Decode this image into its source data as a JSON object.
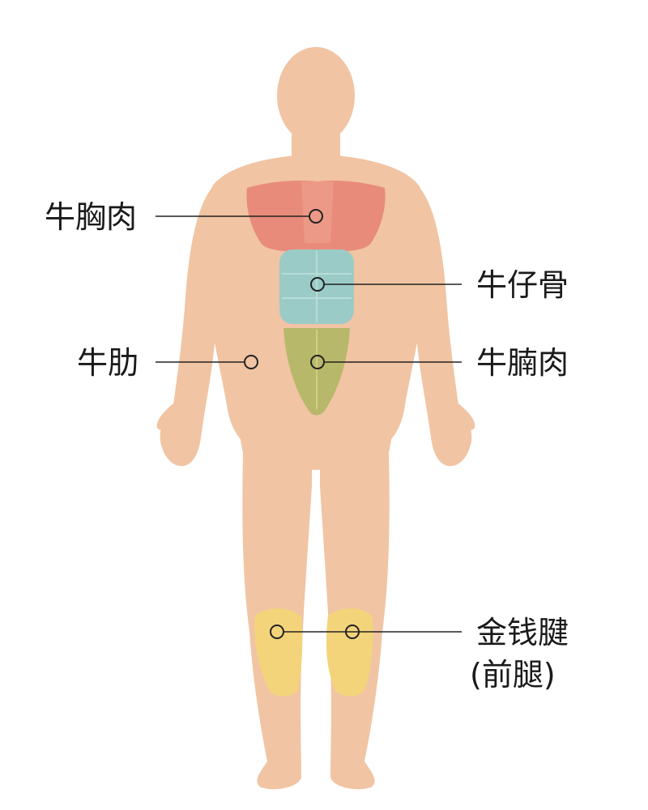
{
  "labels": {
    "brisket": "牛胸肉",
    "short_rib": "牛仔骨",
    "flank": "牛肋",
    "tenderloin": "牛腩肉",
    "shank_line1": "金钱腱",
    "shank_line2": "(前腿)"
  },
  "colors": {
    "background": "#ffffff",
    "skin": "#f1c4a3",
    "brisket_region": "#e88b7b",
    "short_rib_region": "#9bcbc7",
    "tenderloin_region": "#b8b86a",
    "shank_region": "#f4d47a",
    "leader": "#222222"
  }
}
